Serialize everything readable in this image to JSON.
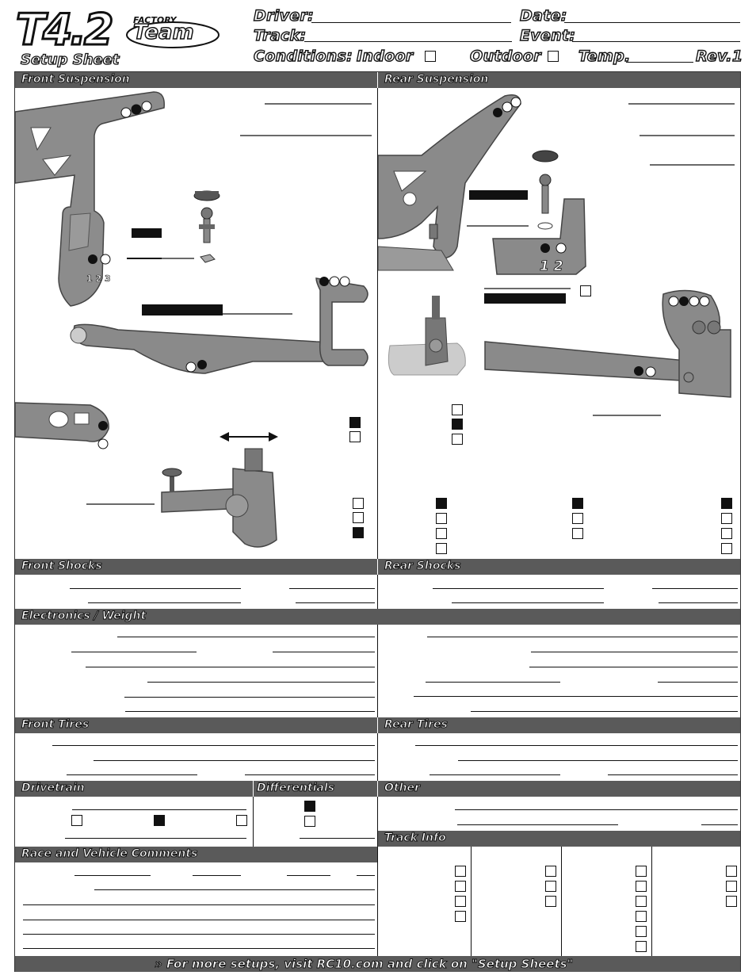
{
  "logo": {
    "model": "T4.2",
    "brand_top": "FACTORY",
    "brand": "Team",
    "subtitle": "Setup Sheet"
  },
  "header": {
    "driver": "Driver:",
    "date": "Date:",
    "track": "Track:",
    "event": "Event:",
    "conditions": "Conditions:",
    "indoor": "Indoor",
    "outdoor": "Outdoor",
    "temp": "Temp.",
    "rev": "Rev.1"
  },
  "sections": {
    "front_suspension": "Front Suspension",
    "rear_suspension": "Rear Suspension",
    "front_shocks": "Front Shocks",
    "rear_shocks": "Rear Shocks",
    "electronics": "Electronics / Weight",
    "front_tires": "Front Tires",
    "rear_tires": "Rear Tires",
    "drivetrain": "Drivetrain",
    "differentials": "Differentials",
    "other": "Other",
    "track_info": "Track Info",
    "comments": "Race and Vehicle Comments"
  },
  "diagram_labels": {
    "front_hole_numbers": "1 2 3",
    "rear_hole_numbers": "1 2"
  },
  "footer": "» For more setups, visit RC10.com and click on \"Setup Sheets\""
}
